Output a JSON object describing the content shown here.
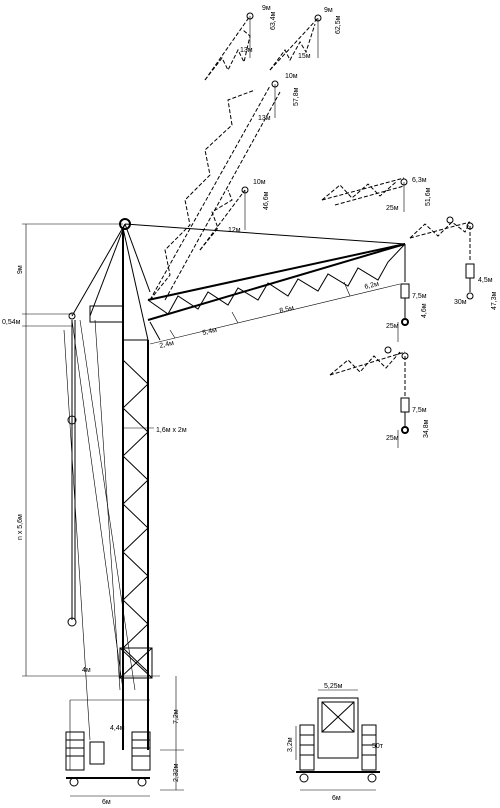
{
  "colors": {
    "line": "#000000",
    "background": "#ffffff"
  },
  "left_dims": {
    "height_9m": "9м",
    "offset_054": "0,54м",
    "mast_sections": "n x 5,6м"
  },
  "mast": {
    "section_label": "1,6м x 2м",
    "label_4m": "4м",
    "label_44m": "4,4м"
  },
  "base": {
    "height_72": "7,2м",
    "height_232": "2,32м",
    "width_6m": "6м"
  },
  "main_jib": {
    "seg_24": "2,4м",
    "seg_54": "5,4м",
    "seg_85": "8,5м",
    "seg_62": "6,2м"
  },
  "hook_configs": [
    {
      "radius": "7,5м",
      "capacity": "25м",
      "drop": "4,6м"
    },
    {
      "radius": "7,5м",
      "capacity": "25м",
      "drop": "34,8м"
    },
    {
      "radius": "4,5м",
      "capacity": "30м",
      "drop": "47,3м"
    }
  ],
  "luffed_jibs": [
    {
      "tip_len": "9м",
      "height": "63,4м",
      "radius": "13м"
    },
    {
      "tip_len": "9м",
      "height": "62,5м",
      "radius": "15м"
    },
    {
      "tip_len": "10м",
      "height": "57,8м",
      "radius": "13м"
    },
    {
      "tip_len": "10м",
      "height": "46,6м",
      "radius": "12м"
    },
    {
      "tip_len": "6,3м",
      "height": "51,6м",
      "radius": "25м"
    }
  ],
  "side_view": {
    "width_525": "5,25м",
    "height_32": "3,2м",
    "ballast": "50т",
    "width_6m": "6м"
  }
}
